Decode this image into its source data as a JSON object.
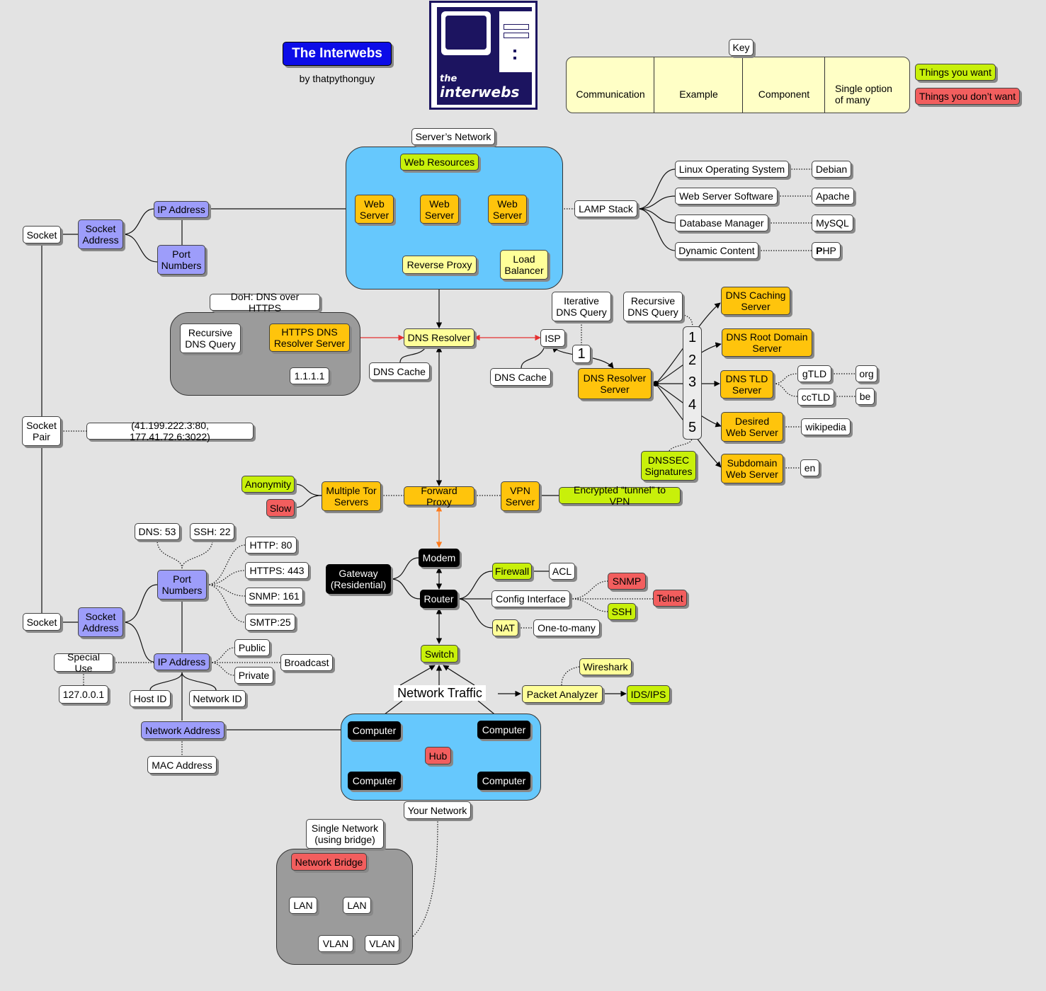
{
  "header": {
    "title": "The Interwebs",
    "byline": "by thatpythonguy",
    "logo_text_1": "the",
    "logo_text_2": "interwebs"
  },
  "key": {
    "title": "Key",
    "communication": "Communication",
    "example": "Example",
    "component": "Component",
    "single_option": "Single option of many",
    "things_want": "Things you want",
    "things_dont_want": "Things you don’t want"
  },
  "colors": {
    "want": "#c8f00a",
    "dont_want": "#f25e5e",
    "component": "#ffc40c",
    "address": "#9d9dfa",
    "network_region": "#66c8fd",
    "group_region": "#9b9b9b",
    "hardware": "#000000"
  },
  "server_network": {
    "label": "Server’s Network",
    "web_resources": "Web Resources",
    "web_server": "Web Server",
    "reverse_proxy": "Reverse Proxy",
    "load_balancer": "Load Balancer"
  },
  "lamp": {
    "stack": "LAMP Stack",
    "linux": "Linux Operating System",
    "web_software": "Web Server Software",
    "db_manager": "Database Manager",
    "dynamic": "Dynamic Content",
    "debian": "Debian",
    "apache": "Apache",
    "mysql": "MySQL",
    "php": "PHP"
  },
  "socket_top": {
    "socket": "Socket",
    "socket_address": "Socket Address",
    "ip_address": "IP Address",
    "port_numbers": "Port Numbers"
  },
  "doh": {
    "label": "DoH: DNS over HTTPS",
    "recursive": "Recursive DNS Query",
    "https_dns": "HTTPS DNS Resolver Server",
    "ip": "1.1.1.1"
  },
  "dns": {
    "resolver": "DNS Resolver",
    "cache": "DNS Cache",
    "isp": "ISP",
    "isp_cache": "DNS Cache",
    "iterative": "Iterative DNS Query",
    "recursive": "Recursive DNS Query",
    "one": "1",
    "resolver_server": "DNS Resolver Server",
    "steps": [
      "1",
      "2",
      "3",
      "4",
      "5"
    ],
    "caching": "DNS Caching Server",
    "root": "DNS Root Domain Server",
    "tld": "DNS TLD Server",
    "gtld": "gTLD",
    "cctld": "ccTLD",
    "org": "org",
    "be": "be",
    "desired": "Desired Web Server",
    "wikipedia": "wikipedia",
    "subdomain": "Subdomain Web Server",
    "en": "en",
    "dnssec": "DNSSEC Signatures"
  },
  "socket_pair": {
    "label": "Socket Pair",
    "value": "(41.199.222.3:80, 177.41.72.6:3022)"
  },
  "proxy": {
    "forward": "Forward Proxy",
    "tor": "Multiple Tor Servers",
    "anonymity": "Anonymity",
    "slow": "Slow",
    "vpn": "VPN Server",
    "tunnel": "Encrypted “tunnel” to VPN"
  },
  "socket_bottom": {
    "socket": "Socket",
    "socket_address": "Socket Address",
    "port_numbers": "Port Numbers",
    "ports": [
      "DNS: 53",
      "SSH: 22",
      "HTTP: 80",
      "HTTPS: 443",
      "SNMP: 161",
      "SMTP:25"
    ],
    "ip_address": "IP Address",
    "special_use": "Special Use",
    "localhost": "127.0.0.1",
    "public": "Public",
    "broadcast": "Broadcast",
    "private": "Private",
    "host_id": "Host ID",
    "network_id": "Network ID",
    "network_address": "Network Address",
    "mac_address": "MAC Address"
  },
  "your_network": {
    "gateway": "Gateway (Residential)",
    "modem": "Modem",
    "router": "Router",
    "firewall": "Firewall",
    "acl": "ACL",
    "config": "Config Interface",
    "snmp": "SNMP",
    "telnet": "Telnet",
    "ssh": "SSH",
    "nat": "NAT",
    "one_to_many": "One-to-many",
    "switch": "Switch",
    "traffic": "Network Traffic",
    "analyzer": "Packet Analyzer",
    "wireshark": "Wireshark",
    "ids": "IDS/IPS",
    "computer": "Computer",
    "hub": "Hub",
    "label": "Your Network"
  },
  "bridge": {
    "label": "Single Network (using bridge)",
    "network_bridge": "Network Bridge",
    "lan": "LAN",
    "vlan": "VLAN"
  }
}
